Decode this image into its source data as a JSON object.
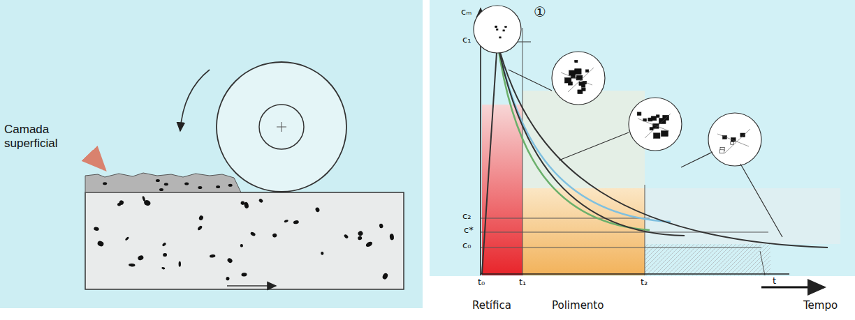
{
  "diagram": {
    "labels": [
      "Camada superficial",
      "cₘ",
      "c₁",
      "c₂",
      "c*",
      "c₀",
      "t₀",
      "t₁",
      "t₂",
      "t",
      "①",
      "Retífica",
      "Polimento",
      "Tempo"
    ]
  }
}
